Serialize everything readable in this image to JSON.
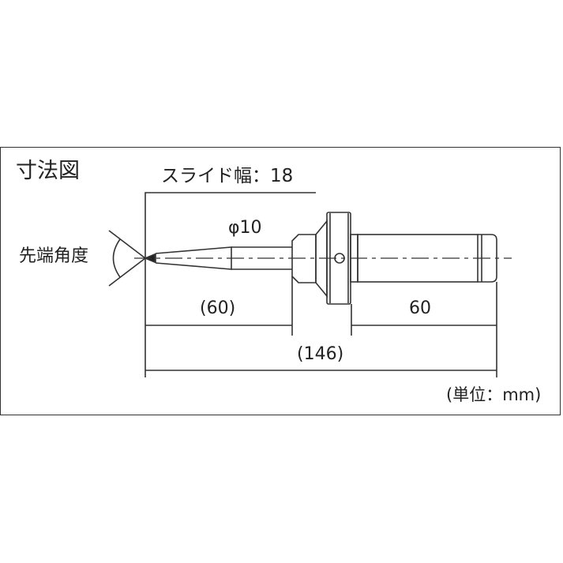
{
  "title": "寸法図",
  "labels": {
    "slide_width": "スライド幅：18",
    "tip_angle": "先端角度",
    "diameter": "φ10",
    "dim_left": "(60)",
    "dim_right": "60",
    "dim_total": "(146)",
    "unit": "(単位：mm)"
  },
  "dimensions_mm": {
    "slide_width": 18,
    "diameter": 10,
    "tip_length": 60,
    "shank_length": 60,
    "total_length": 146
  },
  "colors": {
    "line": "#333333",
    "background": "#ffffff"
  }
}
